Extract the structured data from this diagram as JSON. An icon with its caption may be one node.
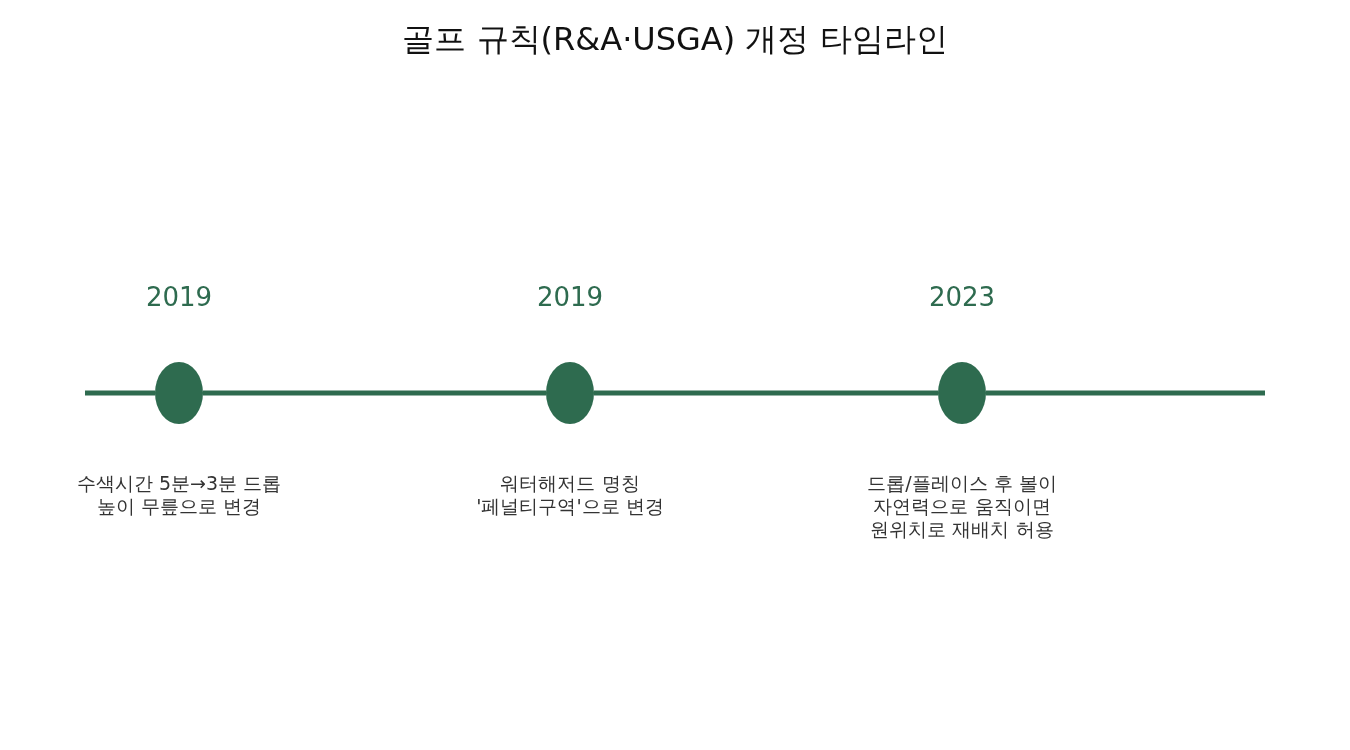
{
  "diagram": {
    "title": "골프 규칙(R&A·USGA) 개정 타임라인",
    "nodes": [
      {
        "text": [],
        "shape": "circle",
        "beside": [
          "2019",
          "수색시간 5분→3분 드롭 높이 무릎으로 변경"
        ]
      },
      {
        "text": [],
        "shape": "circle",
        "beside": [
          "2019",
          "워터해저드 명칭 '페널티구역'으로 변경"
        ]
      },
      {
        "text": [],
        "shape": "circle",
        "beside": [
          "2023",
          "드롭/플레이스 후 볼이 자연력으로 움직이면 원위치로 재배치 허용"
        ]
      }
    ],
    "edges": [
      {
        "from": 0,
        "to": 1,
        "arrow": "none"
      },
      {
        "from": 1,
        "to": 2,
        "arrow": "none"
      }
    ]
  }
}
